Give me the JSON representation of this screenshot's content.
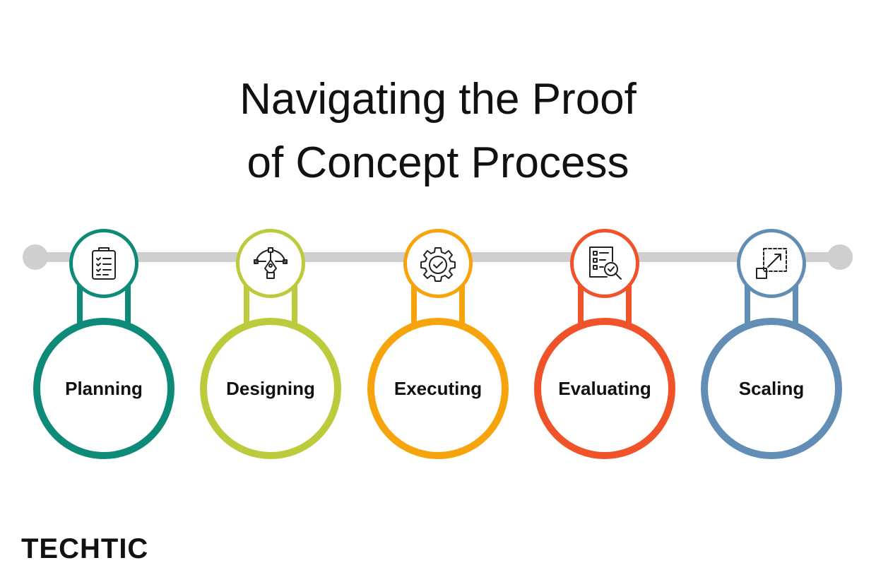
{
  "title": {
    "line1": "Navigating the Proof",
    "line2": "of Concept Process"
  },
  "steps": [
    {
      "label": "Planning",
      "icon": "clipboard-checklist-icon",
      "color": "#0e8a78"
    },
    {
      "label": "Designing",
      "icon": "pen-tool-icon",
      "color": "#bccb3b"
    },
    {
      "label": "Executing",
      "icon": "gear-check-icon",
      "color": "#f7a30b"
    },
    {
      "label": "Evaluating",
      "icon": "checklist-magnifier-icon",
      "color": "#f0522a"
    },
    {
      "label": "Scaling",
      "icon": "scale-up-icon",
      "color": "#628db5"
    }
  ],
  "timeline_color": "#cfcfcf",
  "logo": "TECHTIC"
}
